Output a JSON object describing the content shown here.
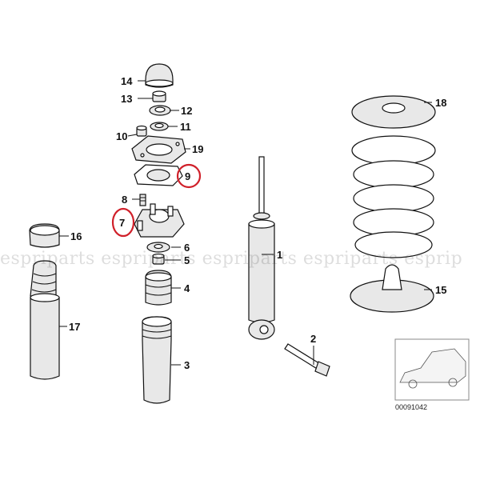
{
  "callouts": {
    "c1": "1",
    "c2": "2",
    "c3": "3",
    "c4": "4",
    "c5": "5",
    "c6": "6",
    "c7": "7",
    "c8": "8",
    "c9": "9",
    "c10": "10",
    "c11": "11",
    "c12": "12",
    "c13": "13",
    "c14": "14",
    "c15": "15",
    "c16": "16",
    "c17": "17",
    "c18": "18",
    "c19": "19"
  },
  "highlighted_callouts": [
    "7",
    "9"
  ],
  "watermark": "espriparts  espriparts  espriparts  espriparts  esprip",
  "diagram_code": "00091042",
  "colors": {
    "highlight": "#d0202a",
    "line": "#111111",
    "shade": "#e8e8e8"
  }
}
